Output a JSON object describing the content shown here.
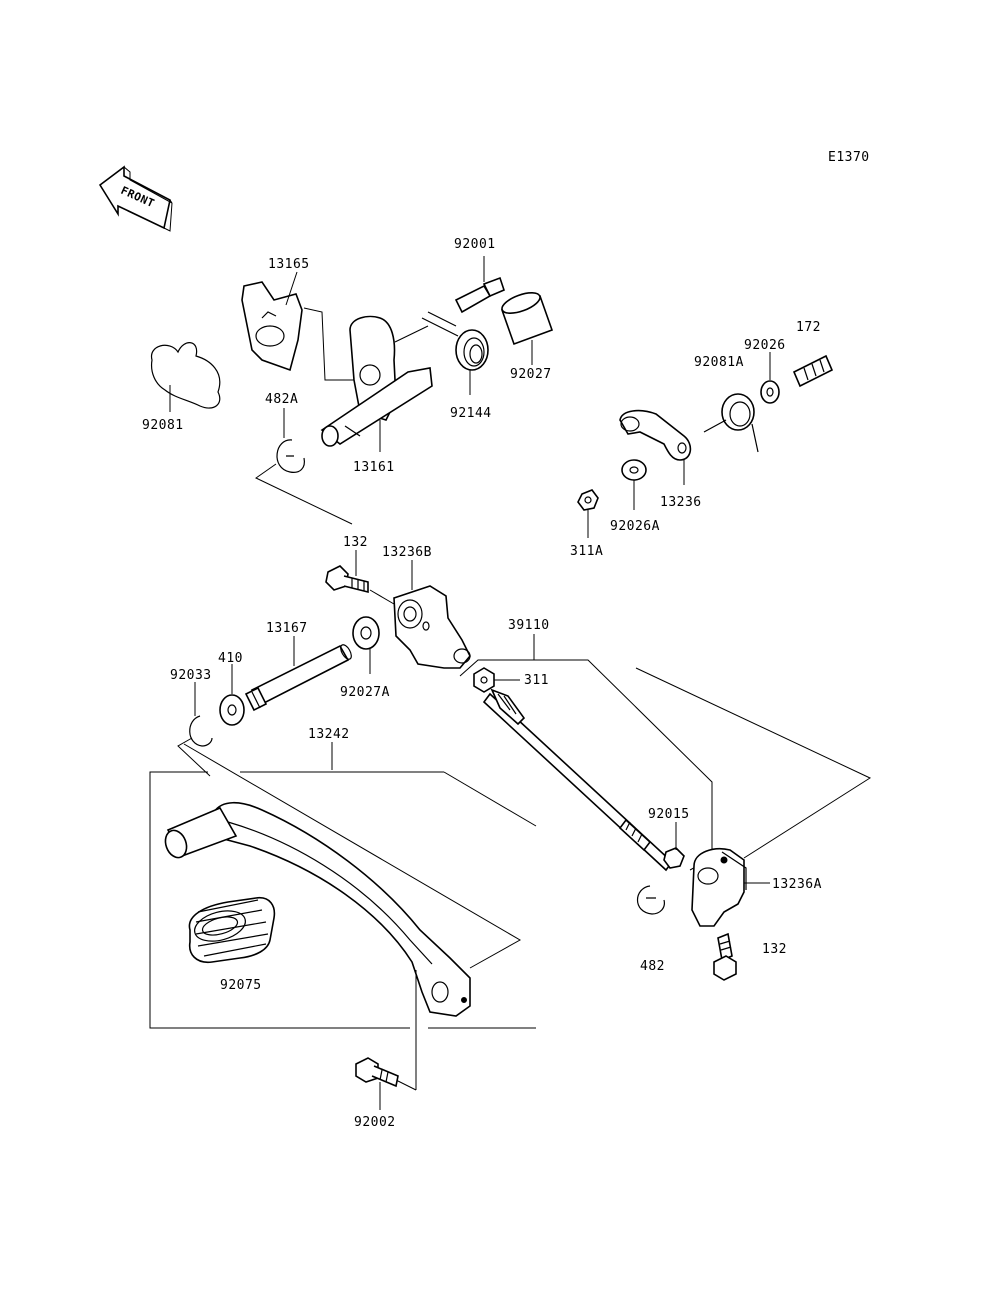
{
  "figure_code": "E1370",
  "front_label": "FRONT",
  "parts": {
    "p13165": "13165",
    "p92001": "92001",
    "p92081": "92081",
    "p482A": "482A",
    "p13161": "13161",
    "p92144": "92144",
    "p92027": "92027",
    "p172": "172",
    "p92026": "92026",
    "p92081A": "92081A",
    "p13236": "13236",
    "p92026A": "92026A",
    "p311A": "311A",
    "p132_top": "132",
    "p13236B": "13236B",
    "p13167": "13167",
    "p410": "410",
    "p92033": "92033",
    "p92027A": "92027A",
    "p39110": "39110",
    "p311": "311",
    "p13242": "13242",
    "p92015": "92015",
    "p13236A": "13236A",
    "p482": "482",
    "p132_bottom": "132",
    "p92075": "92075",
    "p92002": "92002"
  }
}
